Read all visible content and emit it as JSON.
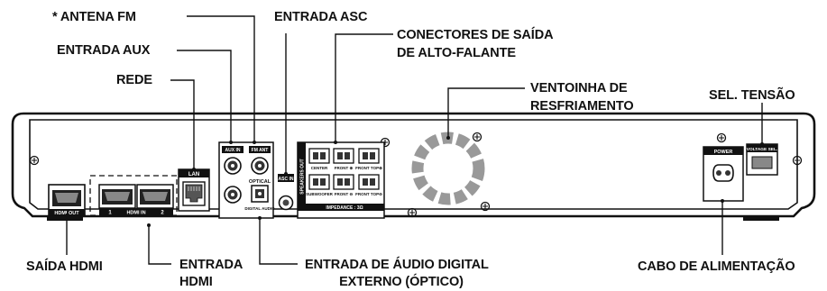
{
  "labels": {
    "antena_fm": "* ANTENA FM",
    "entrada_aux": "ENTRADA AUX",
    "rede": "REDE",
    "entrada_asc": "ENTRADA ASC",
    "conectores_l1": "CONECTORES DE SAÍDA",
    "conectores_l2": "DE ALTO-FALANTE",
    "ventoinha_l1": "VENTOINHA DE",
    "ventoinha_l2": "RESFRIAMENTO",
    "sel_tensao": "SEL. TENSÃO",
    "saida_hdmi": "SAÍDA HDMI",
    "entrada_hdmi_l1": "ENTRADA",
    "entrada_hdmi_l2": "HDMI",
    "audio_digital_l1": "ENTRADA DE ÁUDIO DIGITAL",
    "audio_digital_l2": "EXTERNO (ÓPTICO)",
    "cabo_alimentacao": "CABO DE ALIMENTAÇÃO"
  },
  "panel": {
    "hdmi_out": "HDMI OUT",
    "hdmi_in": "HDMI IN",
    "hdmi_in_1": "1",
    "hdmi_in_2": "2",
    "lan": "LAN",
    "aux_in": "AUX IN",
    "fm_ant": "FM ANT",
    "optical": "OPTICAL",
    "digital_audio": "DIGITAL AUDIO",
    "asc_in": "ASC IN",
    "speakers_out": "SPEAKERS OUT",
    "center": "CENTER",
    "front_r": "FRONT ⊕",
    "front_top_r": "FRONT TOP⊕",
    "subwoofer": "SUBWOOFER",
    "front_l": "FRONT ⊖",
    "front_top_l": "FRONT TOP⊖",
    "impedance": "IMPEDANCE : 3Ω",
    "power": "POWER",
    "voltage_sel": "VOLTAGE SEL."
  }
}
